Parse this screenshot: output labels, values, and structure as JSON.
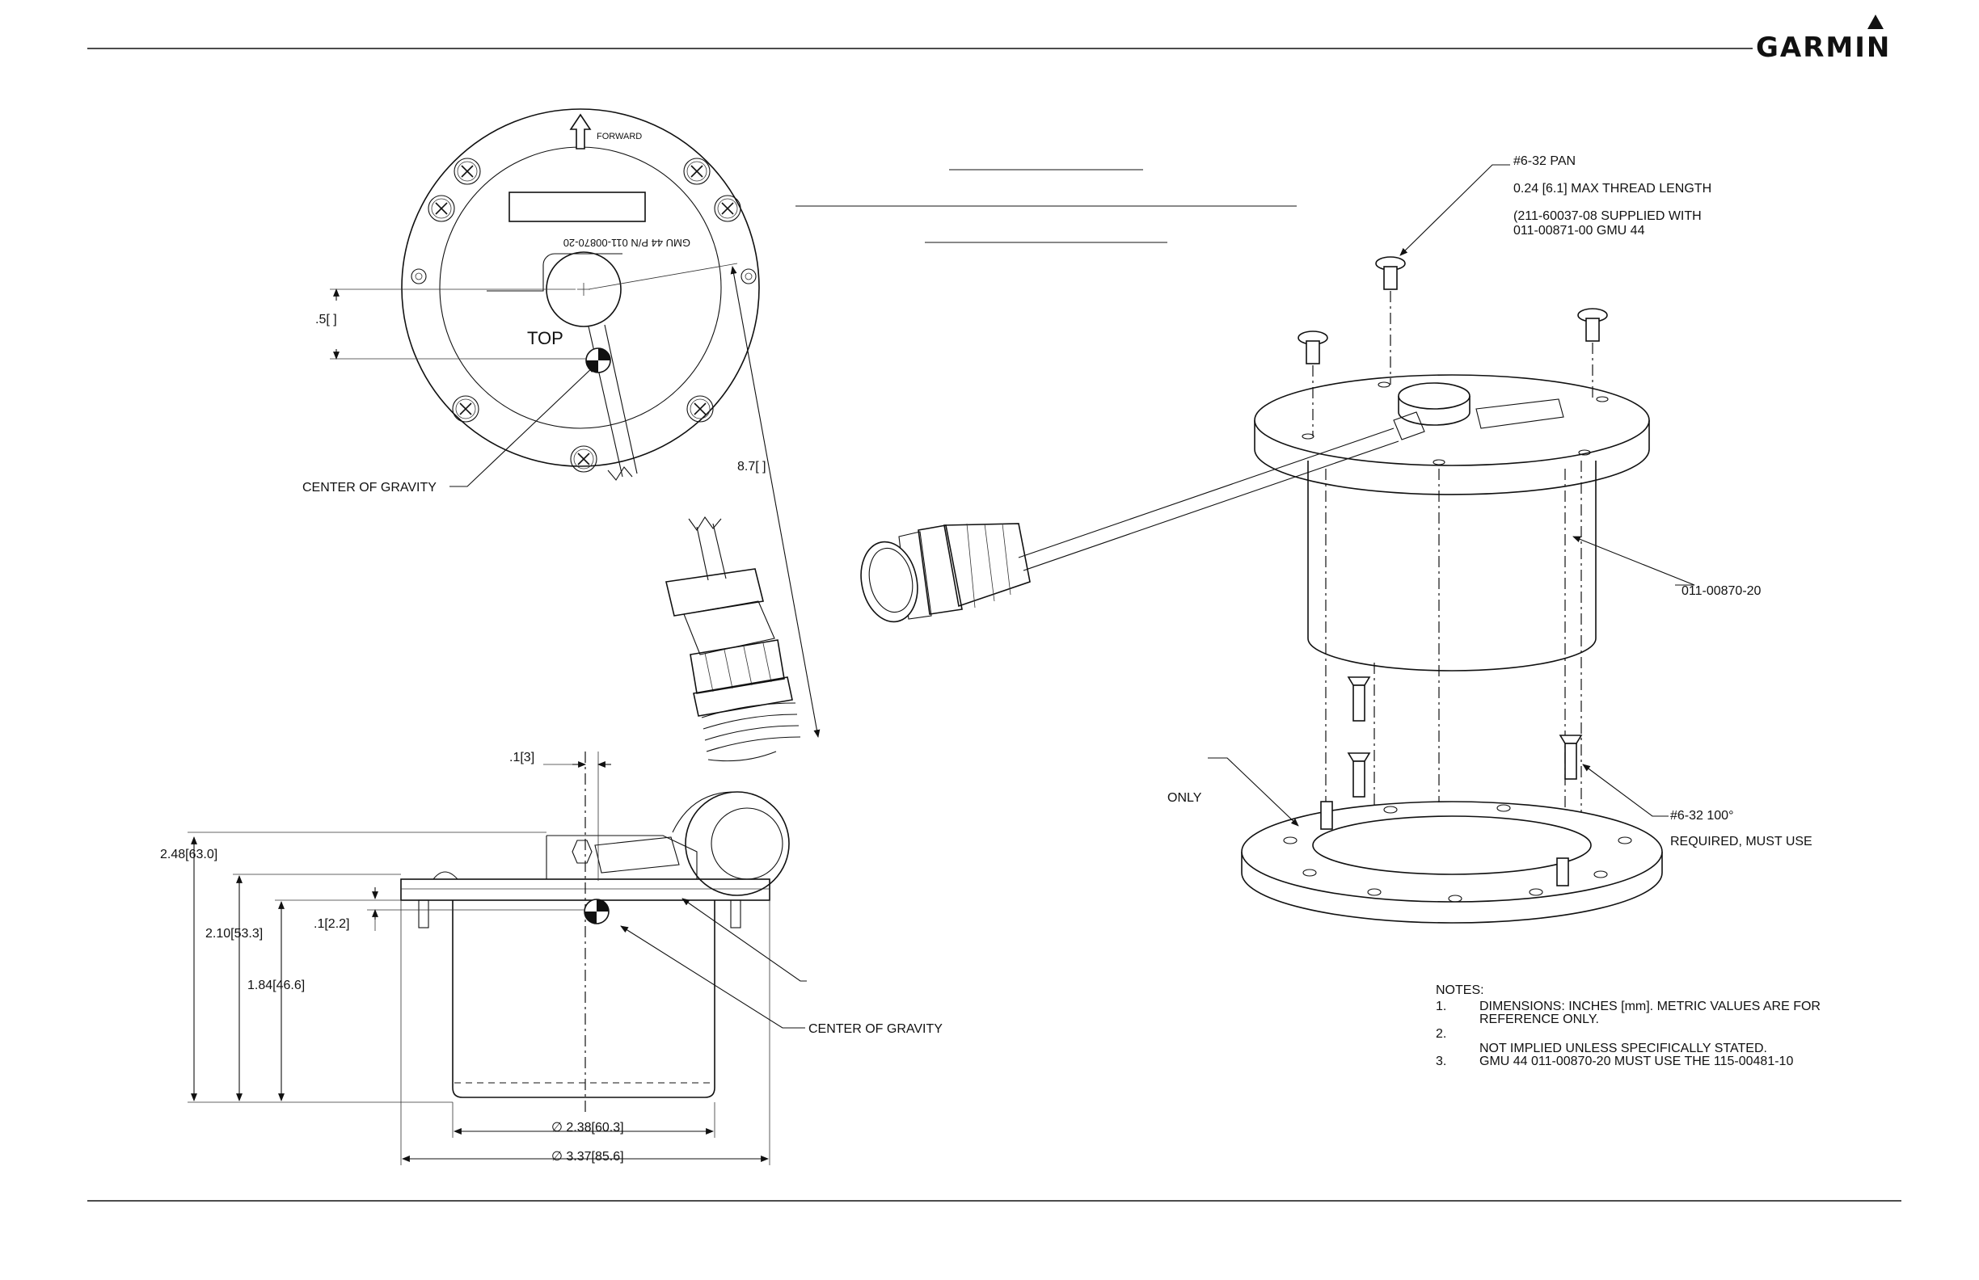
{
  "brand": {
    "name": "GARMIN",
    "mark": "."
  },
  "top_view": {
    "forward_label": "FORWARD",
    "part_text": "GMU 44 P/N 011-00870-20",
    "top_label": "TOP",
    "dim_offset": ".5[    ]",
    "dim_cable": "8.7[      ]",
    "cg_label": "CENTER OF GRAVITY"
  },
  "side_view": {
    "dim_offset_small": ".1[3]",
    "dim_height_total": "2.48[63.0]",
    "dim_height_flange": "2.10[53.3]",
    "dim_height_body": "1.84[46.6]",
    "dim_cg_offset": ".1[2.2]",
    "dim_dia_body": "∅ 2.38[60.3]",
    "dim_dia_flange": "∅ 3.37[85.6]",
    "cg_label": "CENTER OF GRAVITY"
  },
  "iso_view": {
    "screw_label_1": "#6-32 PAN",
    "screw_label_2": "0.24 [6.1] MAX THREAD LENGTH",
    "screw_label_3": "(211-60037-08 SUPPLIED WITH",
    "screw_label_4": "011-00871-00 GMU 44",
    "part_number": "011-00870-20",
    "only_label": "ONLY",
    "csk_label_1": "#6-32 100°",
    "csk_label_2": "REQUIRED, MUST USE"
  },
  "notes": {
    "heading": "NOTES:",
    "n1_num": "1.",
    "n1_line1": "DIMENSIONS: INCHES [mm]. METRIC VALUES ARE FOR",
    "n1_line2": "REFERENCE ONLY.",
    "n2_num": "2.",
    "n2_line1": "NOT IMPLIED UNLESS SPECIFICALLY STATED.",
    "n3_num": "3.",
    "n3_line1": "GMU 44 011-00870-20 MUST USE THE 115-00481-10"
  }
}
